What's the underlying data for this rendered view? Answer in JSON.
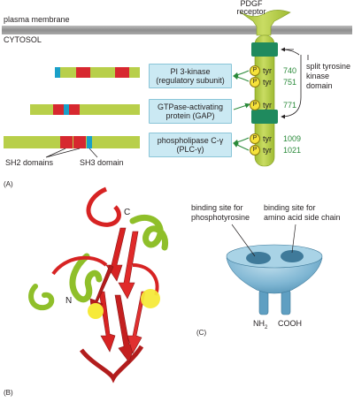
{
  "panel_a": {
    "plasma_membrane": "plasma membrane",
    "cytosol": "CYTOSOL",
    "receptor_label": "PDGF receptor",
    "kinase_label": "split tyrosine kinase domain",
    "sh2_label": "SH2 domains",
    "sh3_label": "SH3 domain",
    "panel_letter": "(A)",
    "proteins": [
      {
        "name": "PI 3-kinase",
        "sub": "(regulatory subunit)",
        "sites": [
          "740",
          "751"
        ]
      },
      {
        "name": "GTPase-activating",
        "sub": "protein (GAP)",
        "sites": [
          "771"
        ]
      },
      {
        "name": "phospholipase C-γ",
        "sub": "(PLC-γ)",
        "sites": [
          "1009",
          "1021"
        ]
      }
    ],
    "p_label": "P",
    "tyr_label": "tyr"
  },
  "panel_b": {
    "panel_letter": "(B)",
    "c_label": "C",
    "n_label": "N"
  },
  "panel_c": {
    "panel_letter": "(C)",
    "site1": "binding site for phosphotyrosine",
    "site1_l1": "binding site for",
    "site1_l2": "phosphotyrosine",
    "site2_l1": "binding site for",
    "site2_l2": "amino acid side chain",
    "nh2": "NH",
    "nh2_sub": "2",
    "cooh": "COOH"
  },
  "colors": {
    "membrane": "#9e9e9e",
    "receptor": "#b8cf4a",
    "kinase": "#1f8a5e",
    "bar_green": "#b8cf4a",
    "sh2_red": "#d7282f",
    "sh3_blue": "#1aa0c8",
    "p_yellow": "#f6e23a",
    "ribbon_red": "#d72323",
    "ribbon_green": "#8fbf2a",
    "sh2_model": "#7fb6d3"
  }
}
